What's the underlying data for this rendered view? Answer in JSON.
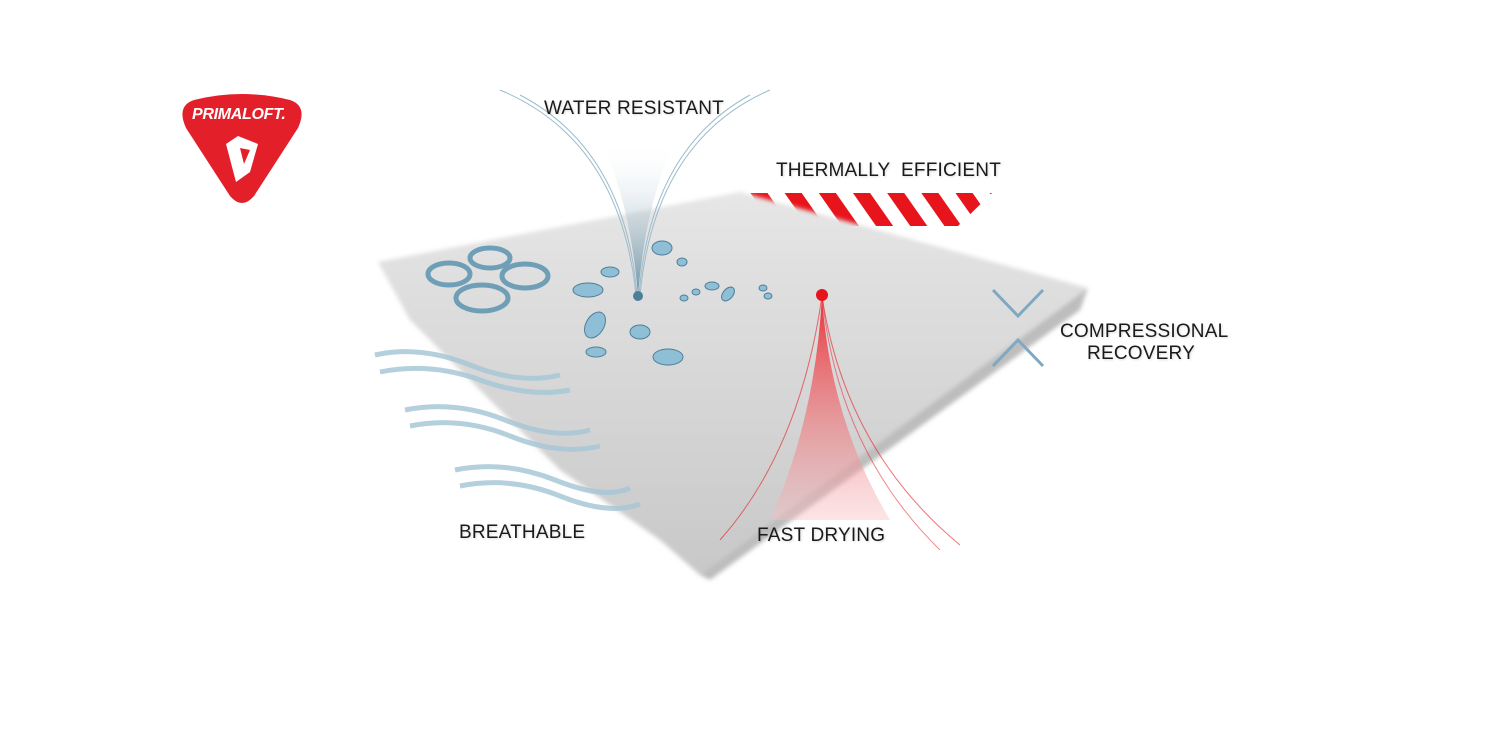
{
  "logo": {
    "text": "PRIMALOFT.",
    "color": "#e3202a"
  },
  "features": {
    "water_resistant": "WATER RESISTANT",
    "thermally_efficient": "THERMALLY  EFFICIENT",
    "compressional_recovery_line1": "COMPRESSIONAL",
    "compressional_recovery_line2": "RECOVERY",
    "breathable": "BREATHABLE",
    "fast_drying": "FAST DRYING"
  },
  "colors": {
    "water": "#6f9fb6",
    "heat": "#e8141c",
    "fabric": "#d9d9d9"
  }
}
